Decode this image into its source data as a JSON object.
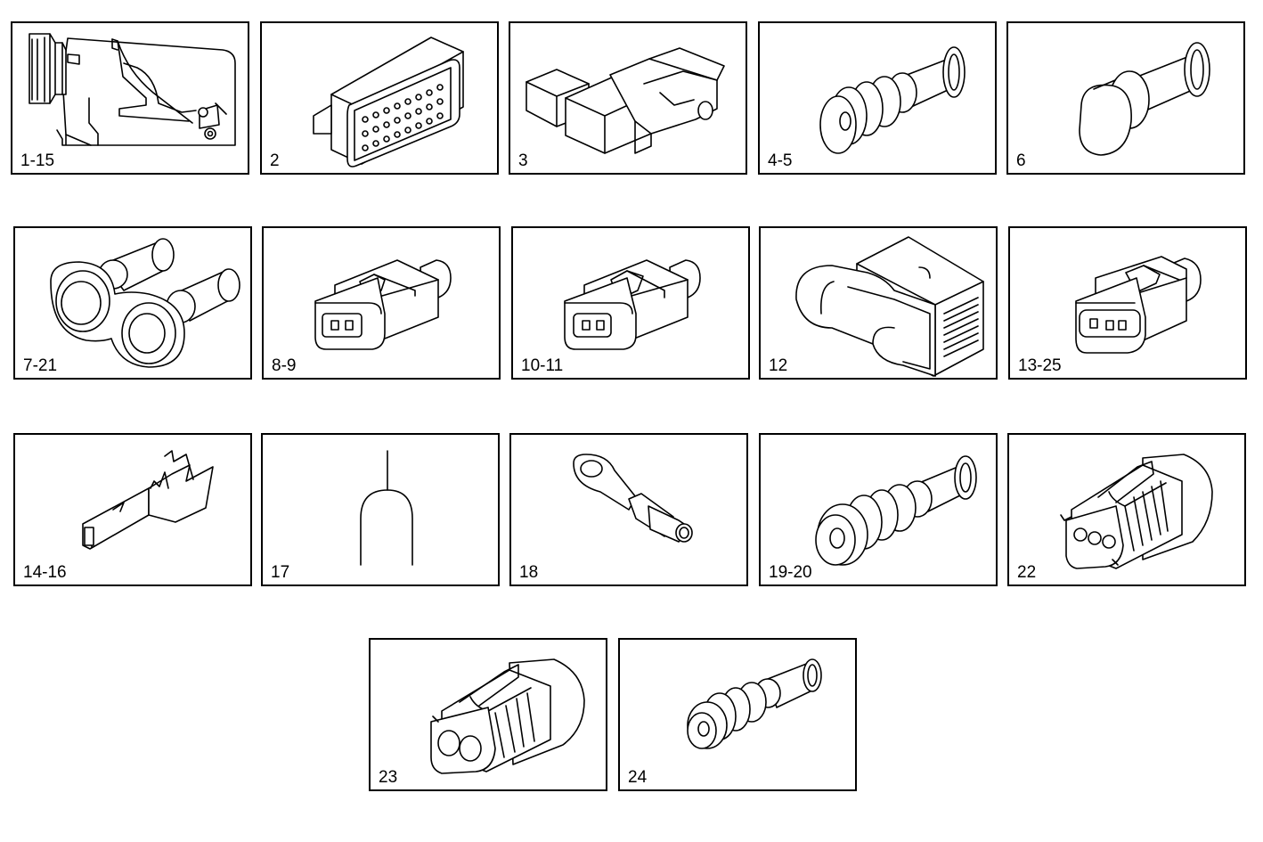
{
  "panels": [
    {
      "id": "p1",
      "label": "1-15",
      "icon": "ecu-connector-housing-icon"
    },
    {
      "id": "p2",
      "label": "2",
      "icon": "multipin-connector-icon"
    },
    {
      "id": "p3",
      "label": "3",
      "icon": "inline-connector-icon"
    },
    {
      "id": "p4",
      "label": "4-5",
      "icon": "wire-seal-icon"
    },
    {
      "id": "p5",
      "label": "6",
      "icon": "cavity-plug-icon"
    },
    {
      "id": "p6",
      "label": "7-21",
      "icon": "twin-boot-icon"
    },
    {
      "id": "p7",
      "label": "8-9",
      "icon": "two-pin-connector-icon"
    },
    {
      "id": "p8",
      "label": "10-11",
      "icon": "two-pin-connector-icon"
    },
    {
      "id": "p9",
      "label": "12",
      "icon": "angled-connector-icon"
    },
    {
      "id": "p10",
      "label": "13-25",
      "icon": "three-pin-connector-icon"
    },
    {
      "id": "p11",
      "label": "14-16",
      "icon": "crimp-terminal-icon"
    },
    {
      "id": "p12",
      "label": "17",
      "icon": "cable-tie-loop-icon"
    },
    {
      "id": "p13",
      "label": "18",
      "icon": "ring-terminal-icon"
    },
    {
      "id": "p14",
      "label": "19-20",
      "icon": "wire-seal-icon"
    },
    {
      "id": "p15",
      "label": "22",
      "icon": "three-way-sealed-connector-icon"
    },
    {
      "id": "p16",
      "label": "23",
      "icon": "two-way-sealed-connector-icon"
    },
    {
      "id": "p17",
      "label": "24",
      "icon": "wire-seal-icon"
    }
  ]
}
